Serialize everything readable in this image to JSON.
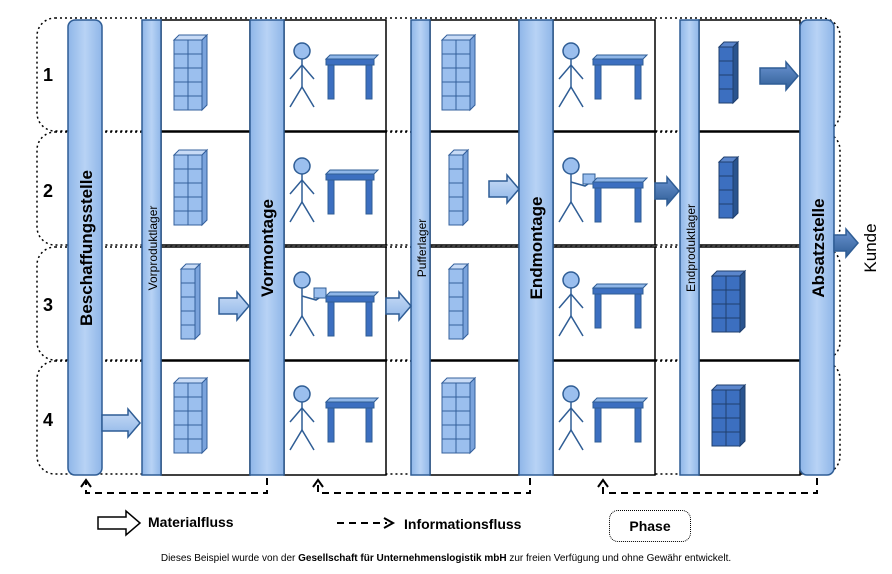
{
  "rows": [
    "1",
    "2",
    "3",
    "4"
  ],
  "stations": {
    "beschaffung": "Beschaffungsstelle",
    "vorprodukt": "Vorproduktlager",
    "vormontage": "Vormontage",
    "puffer": "Pufferlager",
    "endmontage": "Endmontage",
    "endprodukt": "Endproduktlager",
    "absatz": "Absatzstelle"
  },
  "customer": "Kunde",
  "legend": {
    "material": "Materialfluss",
    "information": "Informationsfluss",
    "phase": "Phase"
  },
  "footer": {
    "prefix": "Dieses Beispiel wurde von der ",
    "org": "Gesellschaft für Unternehmenslogistik mbH",
    "suffix": " zur freien Verfügung und ohne Gewähr entwickelt."
  },
  "colors": {
    "bar": "#a9c8f0",
    "bar_stroke": "#2f5d95",
    "light_block": "#9bbfee",
    "dark_block": "#3c6fc0",
    "arrow": "#a9c8f0"
  },
  "stock": {
    "vorprodukt": [
      "5x2",
      "5x2",
      "5x1",
      "5x2"
    ],
    "puffer": [
      "5x2",
      "5x1",
      "5x1",
      "5x2"
    ],
    "endprodukt": [
      "4x1",
      "4x1",
      "4x2",
      "4x2"
    ]
  }
}
